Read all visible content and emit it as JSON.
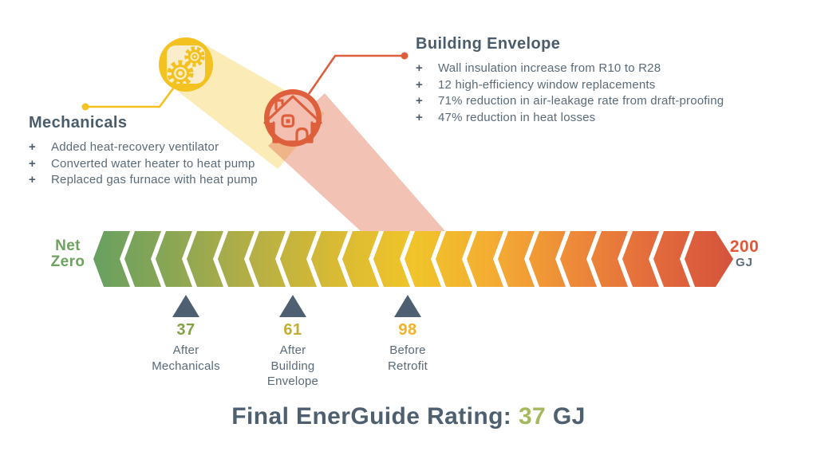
{
  "callouts": {
    "bullet_glyph": "+",
    "mechanicals": {
      "title": "Mechanicals",
      "bullets": [
        "Added heat-recovery ventilator",
        "Converted water heater to heat pump",
        "Replaced gas furnace with heat pump"
      ]
    },
    "building_envelope": {
      "title": "Building Envelope",
      "bullets": [
        "Wall insulation increase from R10 to R28",
        "12 high-efficiency window replacements",
        "71% reduction in air-leakage rate from draft-proofing",
        "47% reduction in heat losses"
      ]
    }
  },
  "icons": {
    "gears": "gears-icon",
    "house": "house-icon"
  },
  "scale": {
    "left_label": {
      "line1": "Net",
      "line2": "Zero"
    },
    "right_value": "200",
    "right_unit": "GJ",
    "markers": [
      {
        "value": "37",
        "lines": [
          "After",
          "Mechanicals"
        ],
        "color": "#84A148"
      },
      {
        "value": "61",
        "lines": [
          "After",
          "Building",
          "Envelope"
        ],
        "color": "#C3AD33"
      },
      {
        "value": "98",
        "lines": [
          "Before",
          "Retrofit"
        ],
        "color": "#F1B22B"
      }
    ]
  },
  "final_rating": {
    "prefix": "Final EnerGuide Rating:",
    "value": "37",
    "unit": "GJ"
  },
  "colors": {
    "heading": "#4A5C6B",
    "body_text": "#5A6A78",
    "accent_yellow": "#F3C120",
    "accent_yellow_light": "#F9EDCB",
    "accent_orange": "#DD5F3C",
    "accent_pink_light": "#F4BFB1",
    "net_zero_green": "#6DA25F",
    "max_red": "#E0583A",
    "marker_triangle": "#4D5F70",
    "rating_green": "#A4B85D",
    "bar_gradient": [
      "#68A061",
      "#8CA654",
      "#B5AF45",
      "#D8BA34",
      "#F0C42A",
      "#F4AC32",
      "#ED8A39",
      "#E36B3C",
      "#D5533C"
    ]
  },
  "chart_data": {
    "type": "scale",
    "unit": "GJ",
    "range": [
      0,
      200
    ],
    "left_end_label": "Net Zero",
    "right_end_label": "200 GJ",
    "points": [
      {
        "value": 37,
        "label": "After Mechanicals"
      },
      {
        "value": 61,
        "label": "After Building Envelope"
      },
      {
        "value": 98,
        "label": "Before Retrofit"
      }
    ],
    "final": {
      "label": "Final EnerGuide Rating",
      "value": 37,
      "unit": "GJ"
    }
  }
}
